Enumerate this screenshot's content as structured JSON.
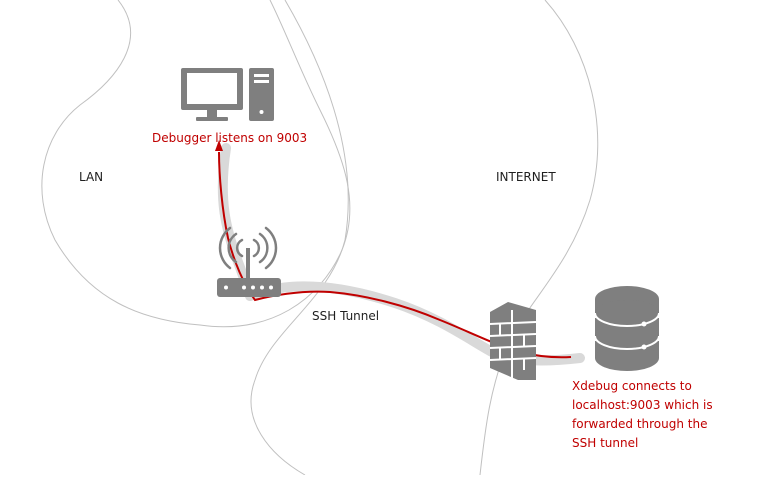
{
  "labels": {
    "lan": "LAN",
    "internet": "INTERNET",
    "ssh_tunnel": "SSH Tunnel",
    "debugger": "Debugger listens on 9003",
    "xdebug": [
      "Xdebug connects to",
      "localhost:9003 which is",
      "forwarded through the",
      "SSH tunnel"
    ]
  },
  "icons": {
    "workstation": "desktop-computer-icon",
    "router": "wifi-router-icon",
    "firewall": "brick-firewall-icon",
    "server": "database-server-icon"
  },
  "colors": {
    "red": "#c00000",
    "tunnel": "#d9d9d9",
    "icon": "#7f7f7f",
    "boundary": "#c0c0c0",
    "text": "#1f1f1f"
  }
}
